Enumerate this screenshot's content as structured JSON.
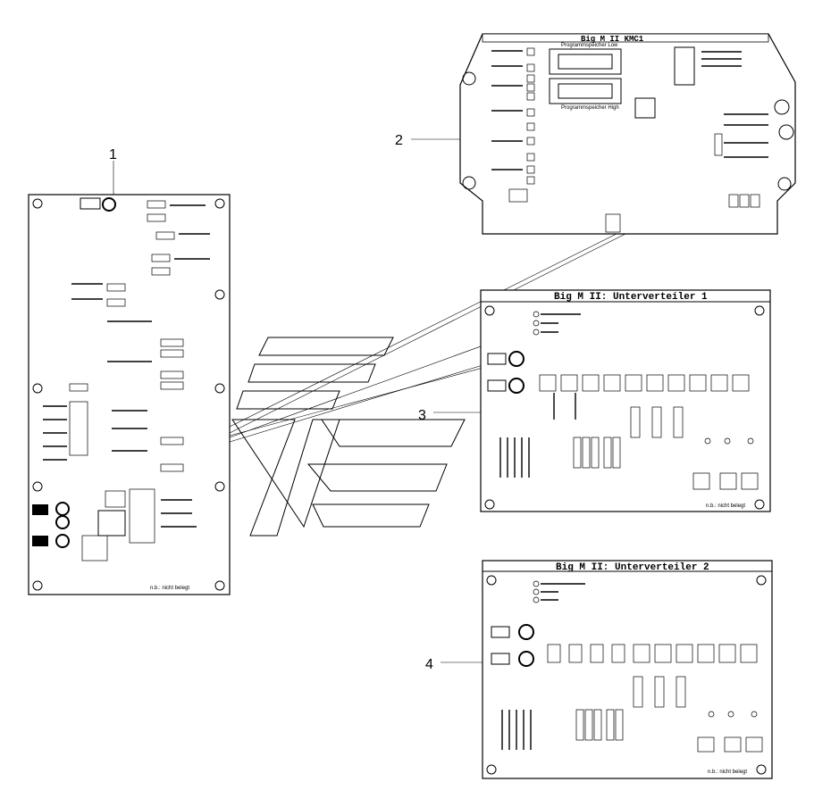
{
  "boards": {
    "kmc1": {
      "title": "Big M II   KMC1",
      "label_low": "Programmspeicher Low",
      "label_high": "Programmspeicher High"
    },
    "unterverteiler1": {
      "title": "Big M II: Unterverteiler 1",
      "footer": "n.b.: nicht belegt"
    },
    "unterverteiler2": {
      "title": "Big M II: Unterverteiler 2",
      "footer": "n.b.: nicht belegt"
    },
    "main": {
      "footer": "n.b.: nicht belegt"
    }
  },
  "callouts": [
    "1",
    "2",
    "3",
    "4"
  ]
}
